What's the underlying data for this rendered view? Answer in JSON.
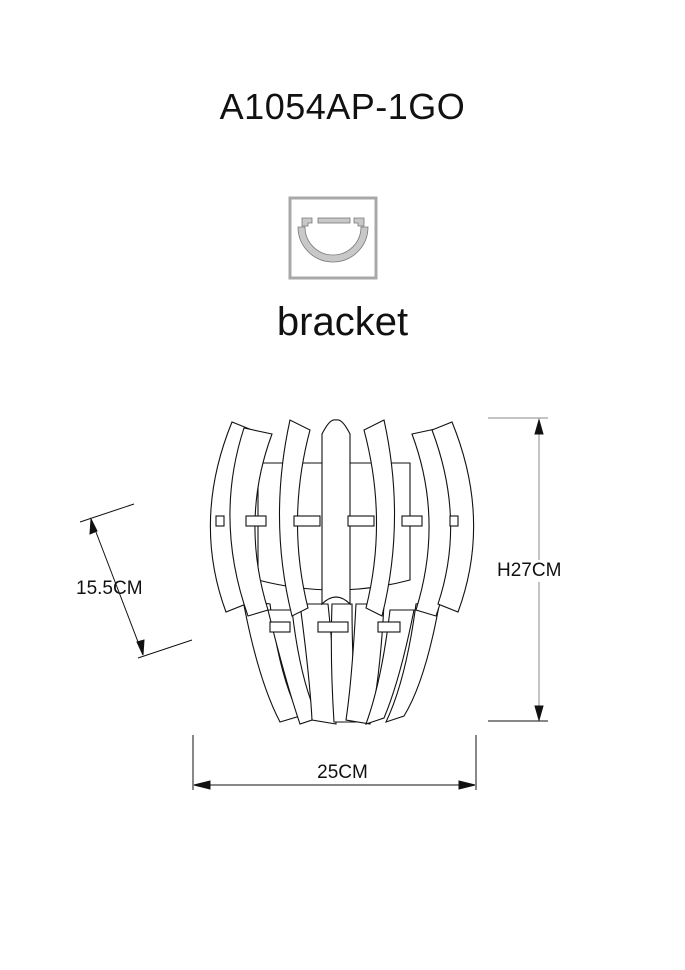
{
  "title": "A1054AP-1GO",
  "bracket": {
    "icon": "bracket-icon",
    "label": "bracket"
  },
  "dimensions": {
    "height": "H27CM",
    "width": "25CM",
    "depth": "15.5CM"
  },
  "colors": {
    "line": "#111111",
    "bracket_fill": "#c8c8c8",
    "bracket_frame": "#a8a8a8",
    "background": "#ffffff"
  }
}
